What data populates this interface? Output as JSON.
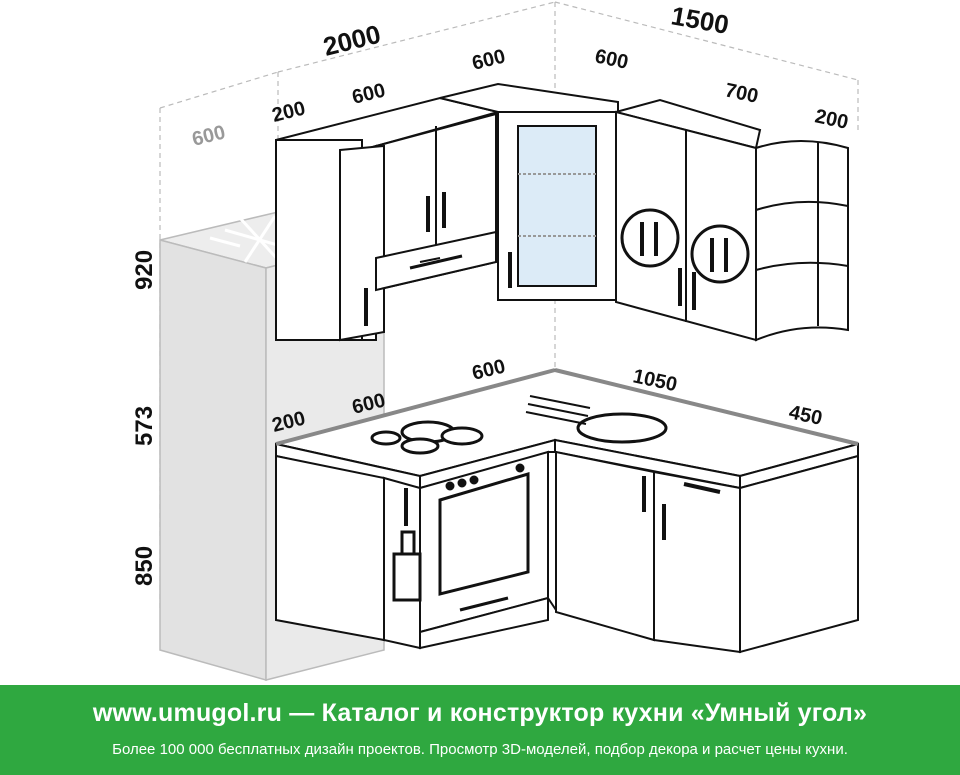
{
  "dimensions": {
    "top_left_total": "2000",
    "top_right_total": "1500",
    "upper_left_200": "200",
    "upper_left_600": "600",
    "upper_corner_left_600": "600",
    "upper_corner_right_600": "600",
    "upper_right_700": "700",
    "upper_right_200": "200",
    "fridge_depth": "600",
    "height_upper": "920",
    "height_gap": "573",
    "height_base": "850",
    "lower_left_200": "200",
    "lower_left_600": "600",
    "lower_corner_600": "600",
    "lower_right_1050": "1050",
    "lower_right_450": "450"
  },
  "banner": {
    "site": "www.umugol.ru",
    "dash": "—",
    "title": "Каталог и конструктор кухни «Умный угол»",
    "subtitle": "Более 100 000 бесплатных дизайн проектов. Просмотр 3D-моделей, подбор декора и расчет цены кухни."
  },
  "colors": {
    "banner_bg": "#2fa840",
    "fridge_fill": "#e6e6e6",
    "glass": "#dcebf7",
    "outline": "#111111"
  }
}
